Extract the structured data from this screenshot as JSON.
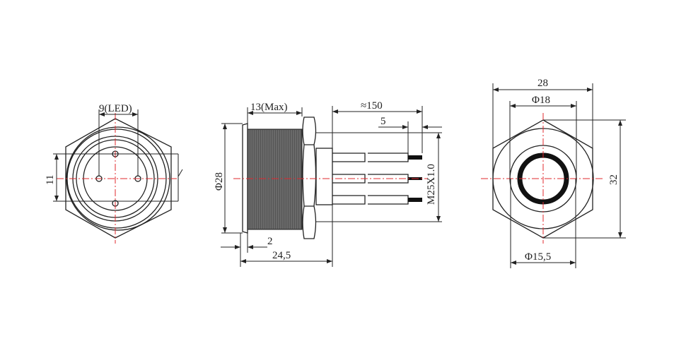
{
  "front_view": {
    "led_dim": "9(LED)",
    "height_dim": "11"
  },
  "side_view": {
    "thread_len": "13(Max)",
    "diameter": "Φ28",
    "wire_len": "≈150",
    "strip_len": "5",
    "thread_spec": "M25X1.0",
    "flange": "2",
    "total_len": "24,5"
  },
  "back_view": {
    "width": "28",
    "inner_dia": "Φ18",
    "height": "32",
    "ring_dia": "Φ15,5"
  },
  "colors": {
    "line": "#222222",
    "centerline": "#e0282e"
  }
}
